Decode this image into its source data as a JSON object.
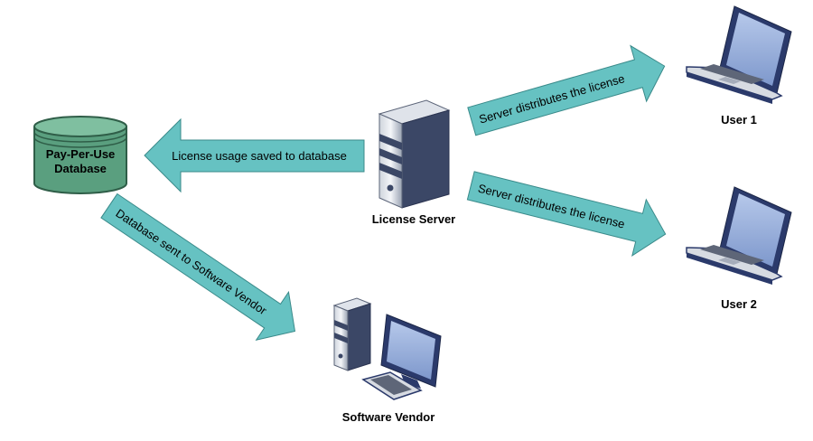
{
  "colors": {
    "arrow_fill": "#66C2C2",
    "arrow_stroke": "#3a8a8a",
    "db_fill": "#5a9f7f",
    "db_top": "#7fbfa0",
    "db_stroke": "#2f5e48",
    "server_body": "#3b4766",
    "laptop_screen": "#8fa8d8",
    "laptop_body": "#2b3a6b"
  },
  "database": {
    "label_line1": "Pay-Per-Use",
    "label_line2": "Database"
  },
  "arrows": {
    "to_database": "License usage saved to database",
    "to_user1": "Server distributes the license",
    "to_user2": "Server distributes the license",
    "to_vendor": "Database sent to Software Vendor"
  },
  "nodes": {
    "license_server": "License Server",
    "user1": "User 1",
    "user2": "User 2",
    "software_vendor": "Software Vendor"
  }
}
